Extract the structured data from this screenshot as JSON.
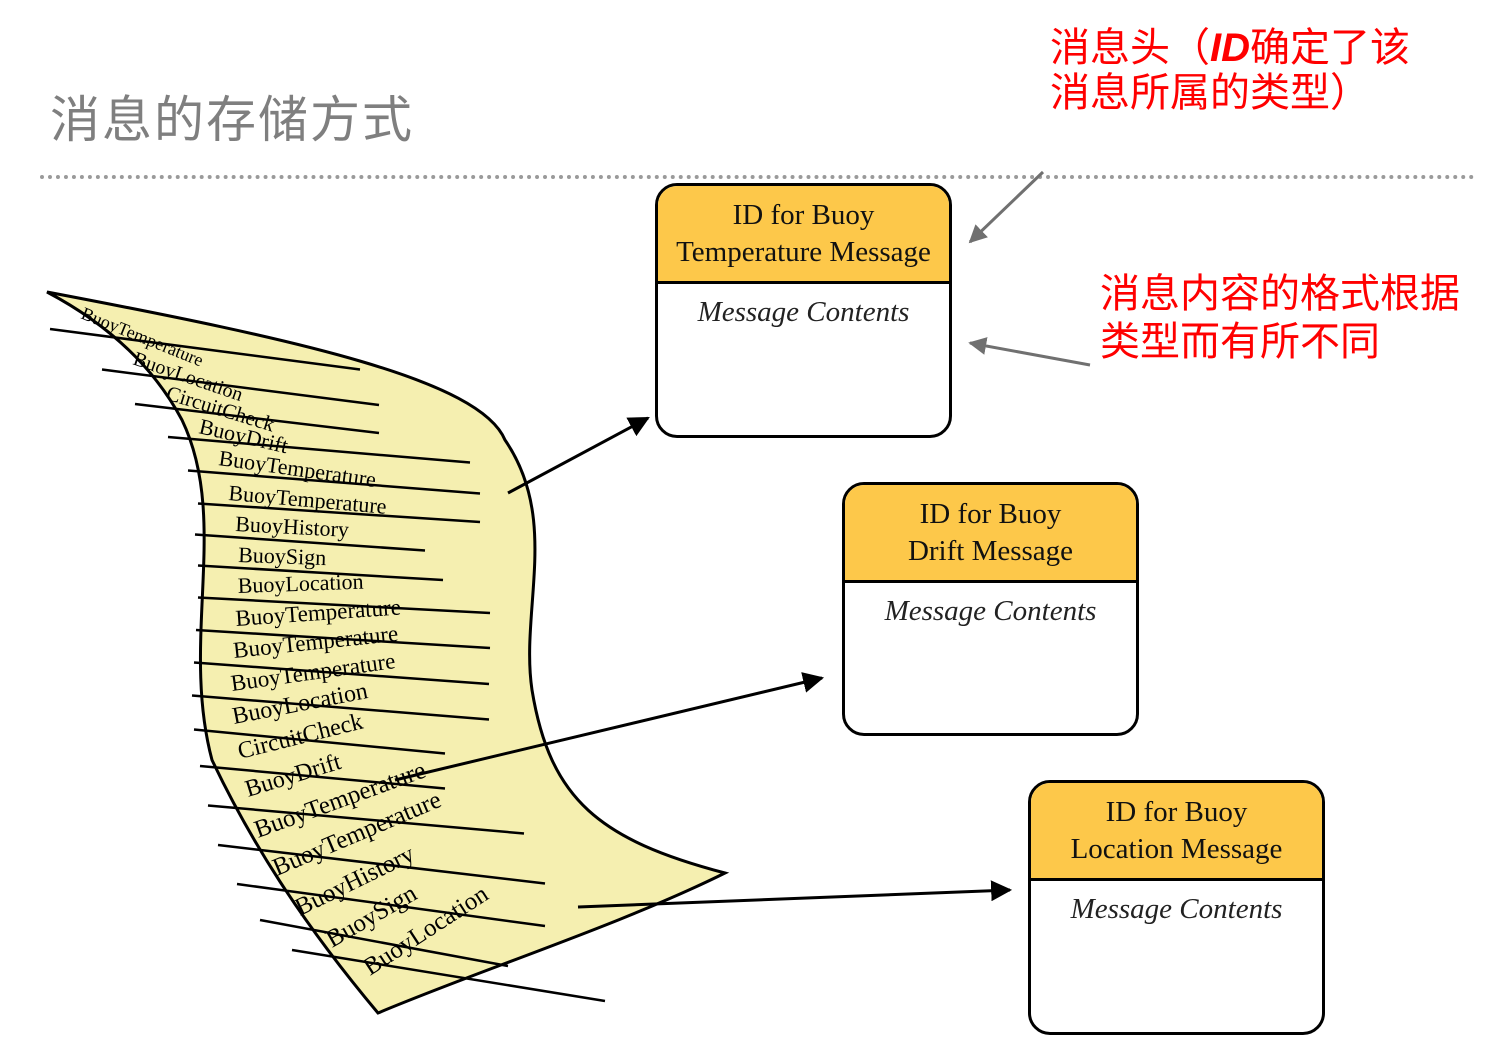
{
  "title": "消息的存储方式",
  "notes": {
    "header": {
      "prefix": "消息头（",
      "highlight": "ID",
      "suffix": "确定了该消息所属的类型）"
    },
    "content": "消息内容的格式根据类型而有所不同"
  },
  "message_boxes": [
    {
      "header_line1": "ID for Buoy",
      "header_line2": "Temperature Message",
      "body": "Message Contents"
    },
    {
      "header_line1": "ID for Buoy",
      "header_line2": "Drift Message",
      "body": "Message Contents"
    },
    {
      "header_line1": "ID for Buoy",
      "header_line2": "Location Message",
      "body": "Message Contents"
    }
  ],
  "scroll_entries": [
    "BuoyTemperature",
    "BuoyLocation",
    "CircuitCheck",
    "BuoyDrift",
    "BuoyTemperature",
    "BuoyTemperature",
    "BuoyHistory",
    "BuoySign",
    "BuoyLocation",
    "BuoyTemperature",
    "BuoyTemperature",
    "BuoyTemperature",
    "BuoyLocation",
    "CircuitCheck",
    "BuoyDrift",
    "BuoyTemperature",
    "BuoyTemperature",
    "BuoyHistory",
    "BuoySign",
    "BuoyLocation"
  ],
  "colors": {
    "header_fill": "#fdc84a",
    "scroll_fill": "#f5efb0",
    "annotation": "#ff0000",
    "title": "#7f7f7f"
  }
}
